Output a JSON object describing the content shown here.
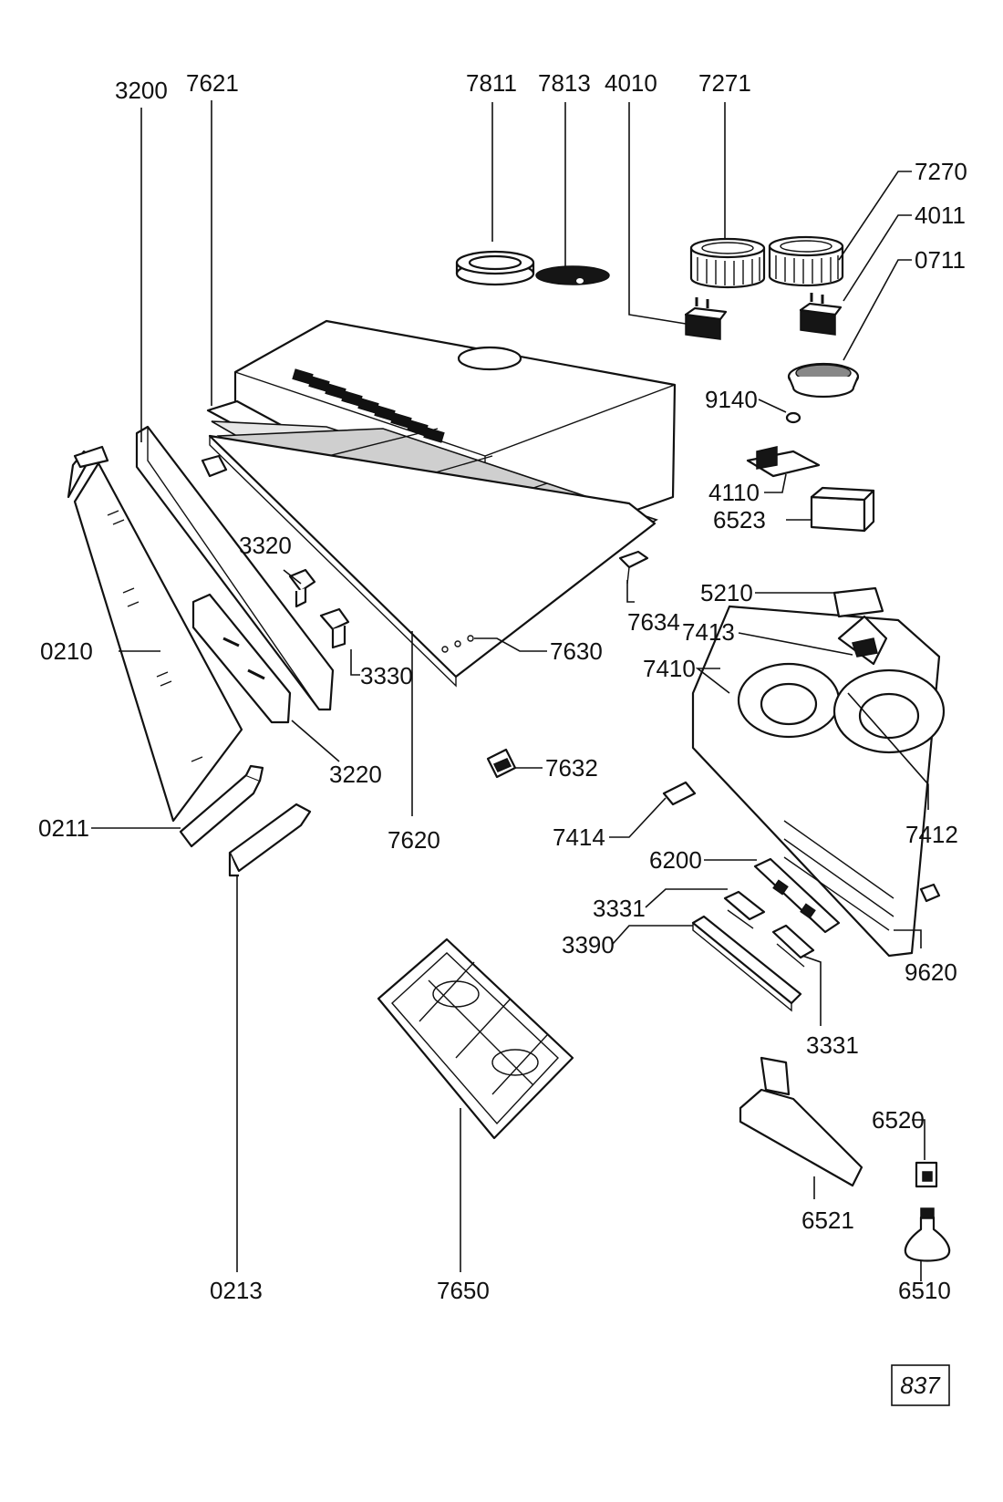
{
  "labels": {
    "l3200": "3200",
    "l7621": "7621",
    "l7811": "7811",
    "l7813": "7813",
    "l4010": "4010",
    "l7271": "7271",
    "l7270": "7270",
    "l4011": "4011",
    "l0711": "0711",
    "l9140": "9140",
    "l4110": "4110",
    "l6523": "6523",
    "l3320": "3320",
    "l5210": "5210",
    "l7634": "7634",
    "l7413": "7413",
    "l0210": "0210",
    "l7410": "7410",
    "l3330": "3330",
    "l7630": "7630",
    "l3220": "3220",
    "l7632": "7632",
    "l7412": "7412",
    "l0211": "0211",
    "l7620": "7620",
    "l7414": "7414",
    "l6200": "6200",
    "l3331a": "3331",
    "l3390": "3390",
    "l9620": "9620",
    "l3331b": "3331",
    "l6520": "6520",
    "l6521": "6521",
    "l0213": "0213",
    "l7650": "7650",
    "l6510": "6510"
  },
  "page_number": "837"
}
